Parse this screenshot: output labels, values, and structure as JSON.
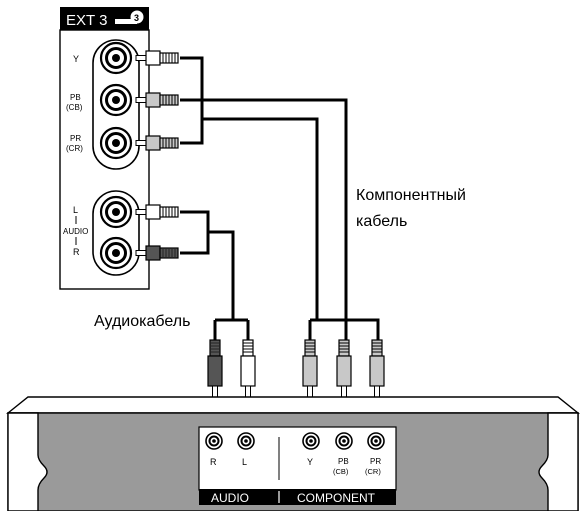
{
  "panel": {
    "title": "EXT 3",
    "badge": "3",
    "jacks": {
      "y": "Y",
      "pb_main": "PB",
      "pb_sub": "(CB)",
      "pr_main": "PR",
      "pr_sub": "(CR)",
      "audio_l": "L",
      "audio_word": "AUDIO",
      "audio_r": "R"
    }
  },
  "cables": {
    "component_line1": "Компонентный",
    "component_line2": "кабель",
    "audio": "Аудиокабель"
  },
  "device": {
    "jack_r": "R",
    "jack_l": "L",
    "jack_y": "Y",
    "jack_pb_main": "PB",
    "jack_pb_sub": "(CB)",
    "jack_pr_main": "PR",
    "jack_pr_sub": "(CR)",
    "audio_label": "AUDIO",
    "component_label": "COMPONENT"
  },
  "colors": {
    "device_body": "#9a9a9a",
    "panel_header": "#000000",
    "cable": "#000000",
    "plug_dark": "#4a4a4a",
    "plug_light": "#ffffff",
    "plug_mid": "#bdbdbd"
  }
}
